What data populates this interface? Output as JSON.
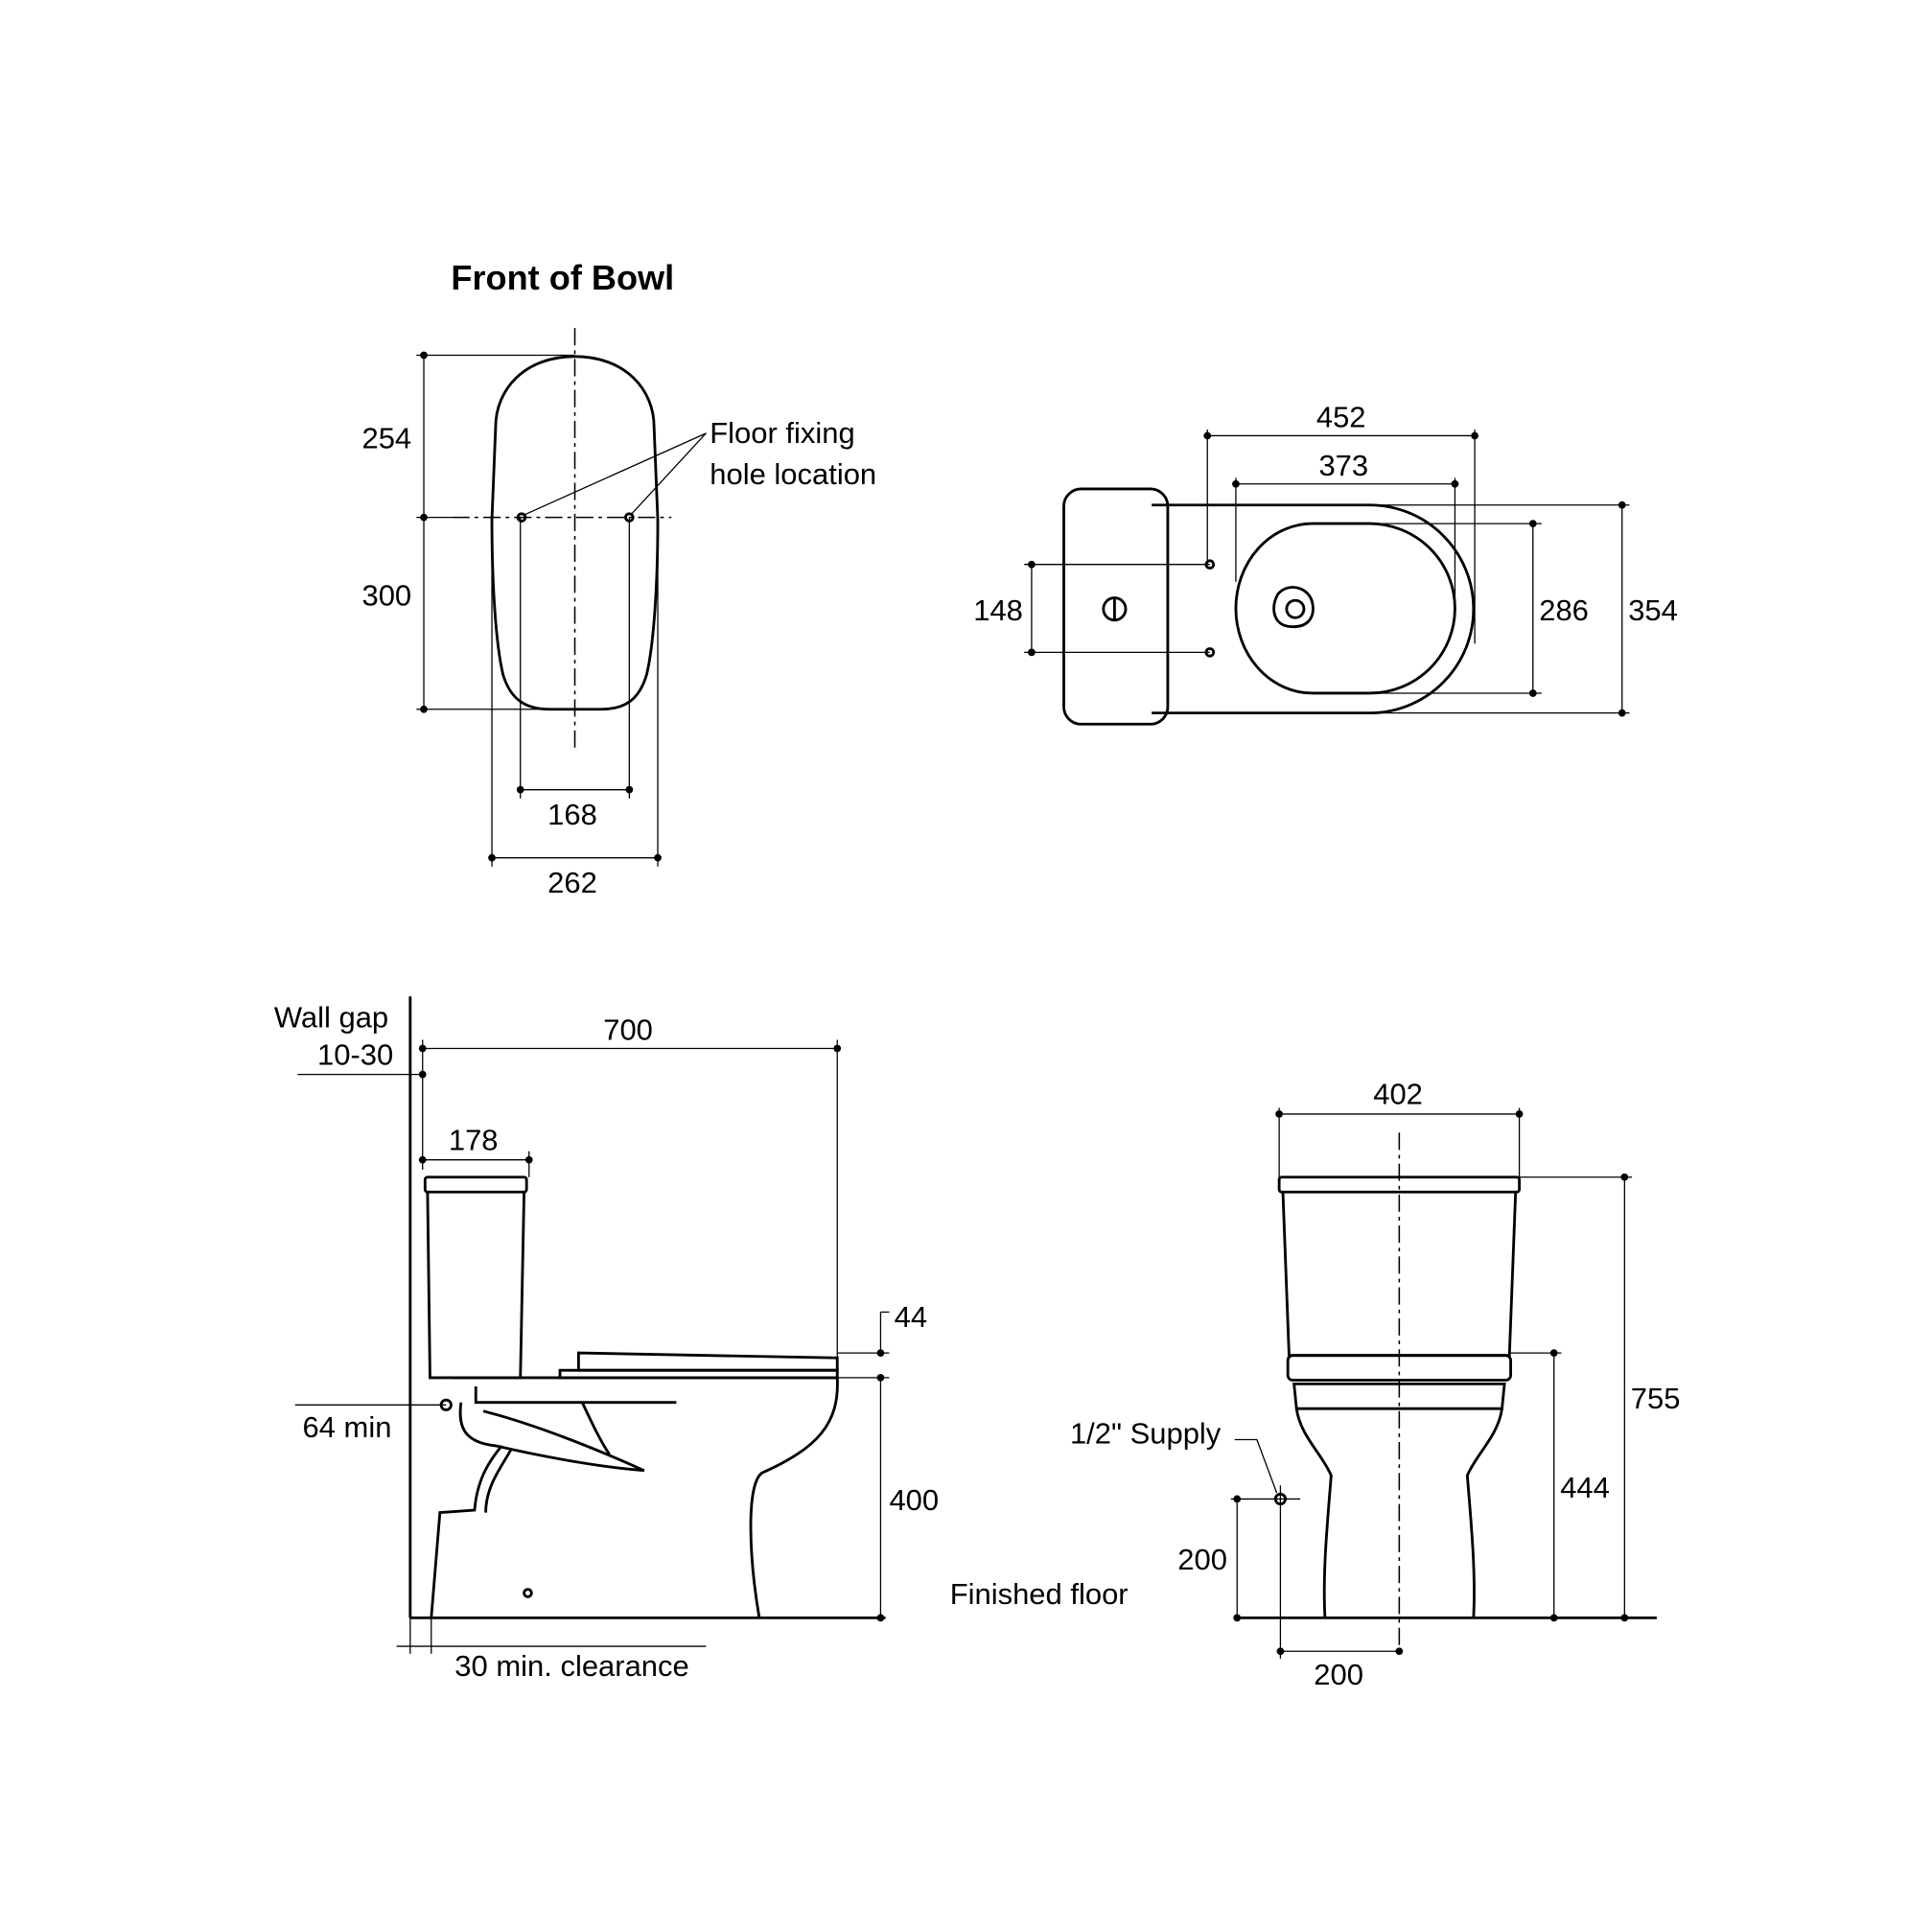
{
  "title": "Front of Bowl",
  "plan_front": {
    "dim_rear": "254",
    "dim_front": "300",
    "dim_holes": "168",
    "dim_width": "262",
    "label_line1": "Floor fixing",
    "label_line2": "hole location"
  },
  "plan_top": {
    "dim_overall": "452",
    "dim_bowl": "373",
    "dim_holes": "148",
    "dim_inner": "286",
    "dim_width": "354"
  },
  "side_view": {
    "wall_gap_label": "Wall gap",
    "wall_gap_value": "10-30",
    "dim_length": "700",
    "dim_tank": "178",
    "dim_seat": "44",
    "dim_height": "400",
    "outlet": "64 min",
    "clearance": "30 min. clearance",
    "floor_label": "Finished floor"
  },
  "front_view": {
    "dim_tank_width": "402",
    "dim_total_height": "755",
    "dim_seat_height": "444",
    "supply_label": "1/2\" Supply",
    "dim_supply_height": "200",
    "dim_supply_offset": "200"
  }
}
